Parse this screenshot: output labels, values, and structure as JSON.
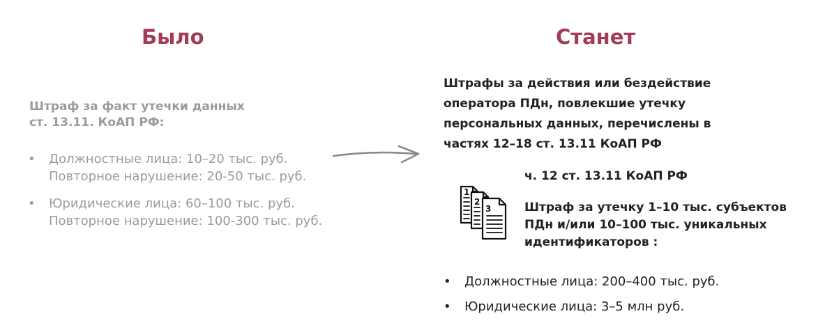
{
  "was": {
    "heading": "Было",
    "title_lines": [
      "Штраф за факт утечки данных",
      "ст. 13.11. КоАП РФ:"
    ],
    "bullets": [
      {
        "lines": [
          "Должностные лица: 10–20 тыс. руб.",
          "Повторное нарушение: 20-50 тыс. руб."
        ]
      },
      {
        "lines": [
          "Юридические лица: 60–100 тыс. руб.",
          "Повторное нарушение: 100-300 тыс. руб."
        ]
      }
    ]
  },
  "will": {
    "heading": "Станет",
    "title_lines": [
      "Штрафы за действия или бездействие",
      "оператора ПДн, повлекшие утечку",
      "персональных данных, перечислены в",
      "частях 12–18 ст. 13.11 КоАП РФ"
    ],
    "part_label": "ч. 12 ст. 13.11 КоАП РФ",
    "part_desc_lines": [
      "Штраф за утечку 1–10 тыс. субъектов",
      "ПДн и/или 10–100 тыс. уникальных",
      "идентификаторов :"
    ],
    "bullets": [
      "Должностные лица: 200–400 тыс. руб.",
      "Юридические лица: 3–5 млн руб."
    ]
  },
  "icons": {
    "arrow": "arrow-right-icon",
    "documents": "documents-icon"
  },
  "bullet_char": "•",
  "colors": {
    "accent": "#a23c55",
    "muted": "#9b9b9b",
    "text": "#222222"
  }
}
